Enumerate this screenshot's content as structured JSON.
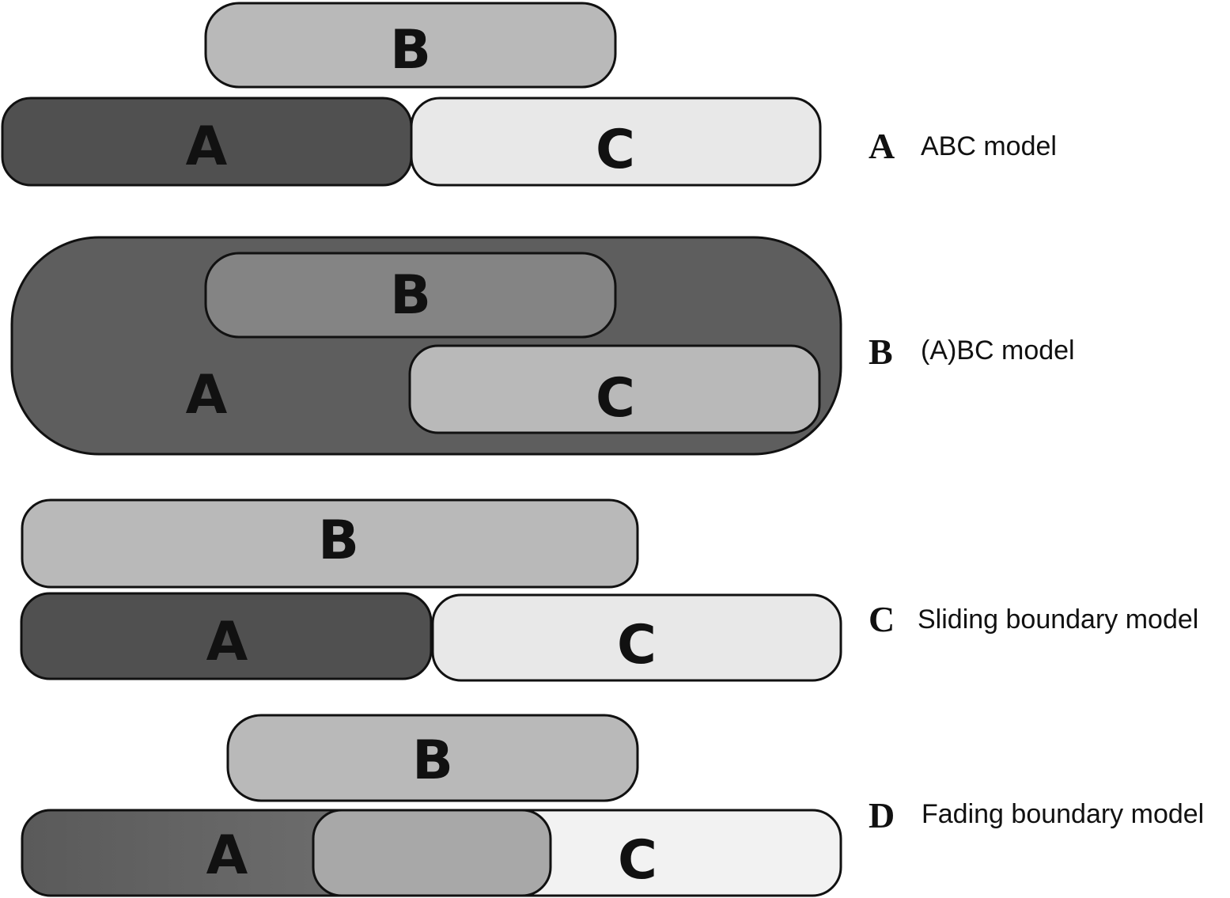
{
  "colors": {
    "dark": "#505050",
    "medium": "#b9b9b9",
    "light": "#e8e8e8",
    "outer": "#5e5e5e",
    "inner_b": "#848484",
    "fade_a": "#6c6c6c",
    "fade_overlap": "#a8a8a8",
    "fade_c": "#f2f2f2",
    "stroke": "#111111"
  },
  "panels": [
    {
      "letter": "A",
      "caption": "ABC model",
      "boxes": {
        "b": "B",
        "a": "A",
        "c": "C"
      }
    },
    {
      "letter": "B",
      "caption": "(A)BC model",
      "boxes": {
        "b": "B",
        "a": "A",
        "c": "C"
      }
    },
    {
      "letter": "C",
      "caption": "Sliding boundary model",
      "boxes": {
        "b": "B",
        "a": "A",
        "c": "C"
      }
    },
    {
      "letter": "D",
      "caption": "Fading boundary model",
      "boxes": {
        "b": "B",
        "a": "A",
        "c": "C"
      }
    }
  ]
}
